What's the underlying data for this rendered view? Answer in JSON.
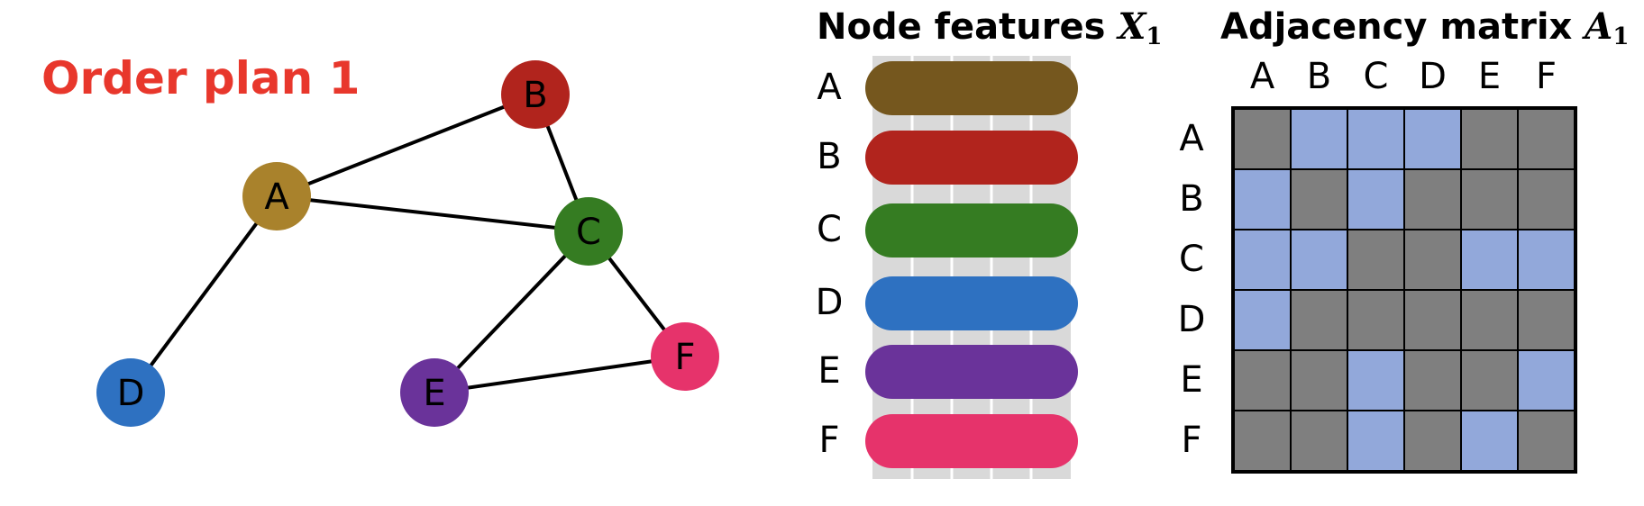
{
  "graph": {
    "title": "Order plan 1",
    "nodes": [
      {
        "id": "A",
        "label": "A",
        "color": "#a9822c"
      },
      {
        "id": "B",
        "label": "B",
        "color": "#b1241d"
      },
      {
        "id": "C",
        "label": "C",
        "color": "#357c22"
      },
      {
        "id": "D",
        "label": "D",
        "color": "#2e71c1"
      },
      {
        "id": "E",
        "label": "E",
        "color": "#6a339a"
      },
      {
        "id": "F",
        "label": "F",
        "color": "#e6336b"
      }
    ],
    "edges": [
      [
        "A",
        "B"
      ],
      [
        "B",
        "C"
      ],
      [
        "A",
        "C"
      ],
      [
        "A",
        "D"
      ],
      [
        "C",
        "E"
      ],
      [
        "C",
        "F"
      ],
      [
        "E",
        "F"
      ]
    ]
  },
  "features": {
    "title_text": "Node features ",
    "title_math": "X",
    "title_sub": "1",
    "rows": [
      {
        "label": "A",
        "color": "#75571e"
      },
      {
        "label": "B",
        "color": "#b1241d"
      },
      {
        "label": "C",
        "color": "#357c22"
      },
      {
        "label": "D",
        "color": "#2e71c1"
      },
      {
        "label": "E",
        "color": "#6a339a"
      },
      {
        "label": "F",
        "color": "#e6336b"
      }
    ]
  },
  "adjacency": {
    "title_text": "Adjacency matrix ",
    "title_math": "A",
    "title_sub": "1",
    "labels": [
      "A",
      "B",
      "C",
      "D",
      "E",
      "F"
    ],
    "on_color": "#92a8da",
    "off_color": "#7f7f7f",
    "matrix": [
      [
        0,
        1,
        1,
        1,
        0,
        0
      ],
      [
        1,
        0,
        1,
        0,
        0,
        0
      ],
      [
        1,
        1,
        0,
        0,
        1,
        1
      ],
      [
        1,
        0,
        0,
        0,
        0,
        0
      ],
      [
        0,
        0,
        1,
        0,
        0,
        1
      ],
      [
        0,
        0,
        1,
        0,
        1,
        0
      ]
    ]
  }
}
